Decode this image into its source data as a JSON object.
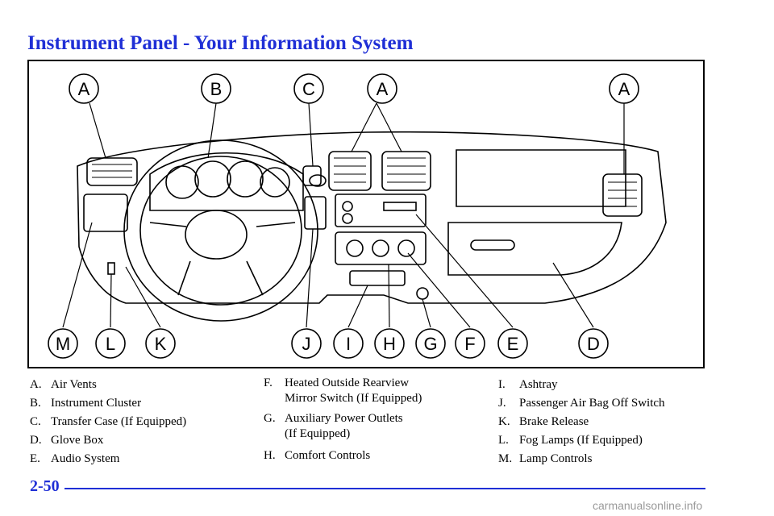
{
  "header": {
    "title": "Instrument Panel - Your Information System"
  },
  "diagram": {
    "callouts_top": [
      "A",
      "B",
      "C",
      "A",
      "A"
    ],
    "callouts_bottom": [
      "M",
      "L",
      "K",
      "J",
      "I",
      "H",
      "G",
      "F",
      "E",
      "D"
    ],
    "emblem": "logo"
  },
  "legend": {
    "col1": [
      {
        "letter": "A.",
        "text": "Air Vents"
      },
      {
        "letter": "B.",
        "text": "Instrument Cluster"
      },
      {
        "letter": "C.",
        "text": "Transfer Case (If Equipped)"
      },
      {
        "letter": "D.",
        "text": "Glove Box"
      },
      {
        "letter": "E.",
        "text": "Audio System"
      }
    ],
    "col2": [
      {
        "letter": "F.",
        "text": "Heated Outside Rearview\nMirror Switch (If Equipped)"
      },
      {
        "letter": "G.",
        "text": "Auxiliary Power Outlets\n(If Equipped)"
      },
      {
        "letter": "H.",
        "text": "Comfort Controls"
      }
    ],
    "col3": [
      {
        "letter": "I.",
        "text": "Ashtray"
      },
      {
        "letter": "J.",
        "text": "Passenger Air Bag Off Switch"
      },
      {
        "letter": "K.",
        "text": "Brake Release"
      },
      {
        "letter": "L.",
        "text": "Fog Lamps (If Equipped)"
      },
      {
        "letter": "M.",
        "text": "Lamp Controls"
      }
    ]
  },
  "footer": {
    "page_number": "2-50",
    "watermark": "carmanualsonline.info"
  },
  "colors": {
    "accent": "#1f2fd6"
  }
}
